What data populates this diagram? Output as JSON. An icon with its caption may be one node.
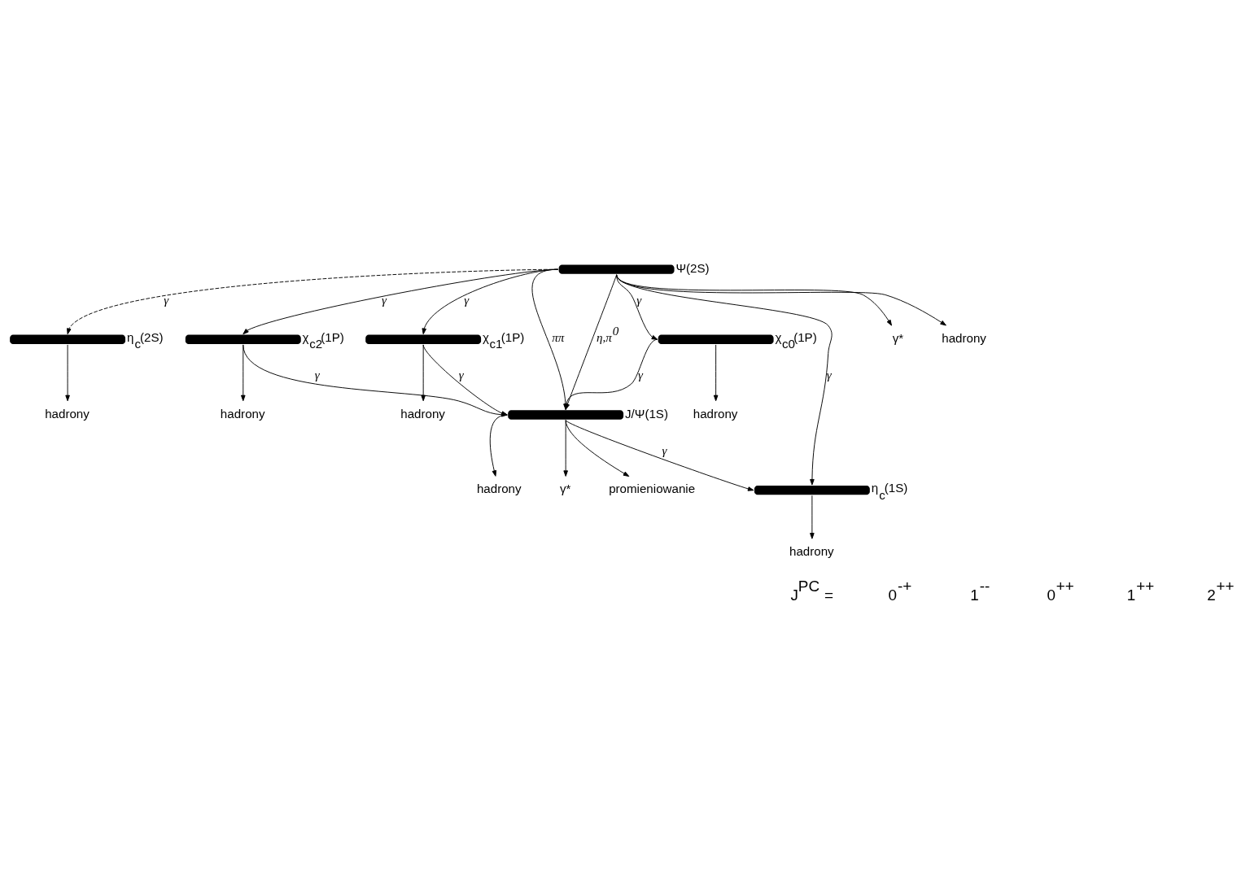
{
  "diagram": {
    "nodes": [
      {
        "text": [
          "Ψ(2S)"
        ]
      },
      {
        "text": [
          "η$_{c}$(2S)"
        ]
      },
      {
        "text": [
          "χ$_{c2}$(1P)"
        ]
      },
      {
        "text": [
          "χ$_{c1}$(1P)"
        ]
      },
      {
        "text": [
          "χ$_{c0}$(1P)"
        ]
      },
      {
        "text": [
          "J/Ψ(1S)"
        ]
      },
      {
        "text": [
          "η$_{c}$(1S)"
        ]
      },
      {
        "text": [
          "hadrony"
        ]
      },
      {
        "text": [
          "γ*"
        ]
      },
      {
        "text": [
          "hadrony"
        ]
      },
      {
        "text": [
          "hadrony"
        ]
      },
      {
        "text": [
          "hadrony"
        ]
      },
      {
        "text": [
          "hadrony"
        ]
      },
      {
        "text": [
          "hadrony"
        ]
      },
      {
        "text": [
          "γ*"
        ]
      },
      {
        "text": [
          "promieniowanie"
        ]
      },
      {
        "text": [
          "hadrony"
        ]
      }
    ],
    "edges": [
      {
        "from": 0,
        "to": 1,
        "arrow": "to",
        "label": "γ",
        "style": "dashed"
      },
      {
        "from": 0,
        "to": 6,
        "arrow": "to",
        "label": "γ"
      },
      {
        "from": 0,
        "to": 5,
        "arrow": "to",
        "label": "ππ"
      },
      {
        "from": 0,
        "to": 5,
        "arrow": "to",
        "label": "η,π$^{0}$"
      },
      {
        "from": 0,
        "to": 9,
        "arrow": "to"
      },
      {
        "from": 0,
        "to": 8,
        "arrow": "to"
      },
      {
        "from": 0,
        "to": 4,
        "arrow": "to",
        "label": "γ"
      },
      {
        "from": 0,
        "to": 3,
        "arrow": "to",
        "label": "γ"
      },
      {
        "from": 0,
        "to": 2,
        "arrow": "to",
        "label": "γ"
      },
      {
        "from": 1,
        "to": 7,
        "arrow": "to"
      },
      {
        "from": 2,
        "to": 11,
        "arrow": "to"
      },
      {
        "from": 3,
        "to": 10,
        "arrow": "to"
      },
      {
        "from": 4,
        "to": 12,
        "arrow": "to"
      },
      {
        "from": 4,
        "to": 5,
        "arrow": "to",
        "label": "γ"
      },
      {
        "from": 3,
        "to": 5,
        "arrow": "to",
        "label": "γ"
      },
      {
        "from": 2,
        "to": 5,
        "arrow": "to",
        "label": "γ"
      },
      {
        "from": 5,
        "to": 6,
        "arrow": "to",
        "label": "γ"
      },
      {
        "from": 5,
        "to": 13,
        "arrow": "to"
      },
      {
        "from": 5,
        "to": 14,
        "arrow": "to"
      },
      {
        "from": 5,
        "to": 15,
        "arrow": "to"
      },
      {
        "from": 6,
        "to": 16,
        "arrow": "to"
      }
    ],
    "labels": [
      "J$^{PC}$ =",
      "0$^{-+}$",
      "1$^{--}$",
      "0$^{++}$",
      "1$^{++}$",
      "2$^{++}$"
    ]
  }
}
